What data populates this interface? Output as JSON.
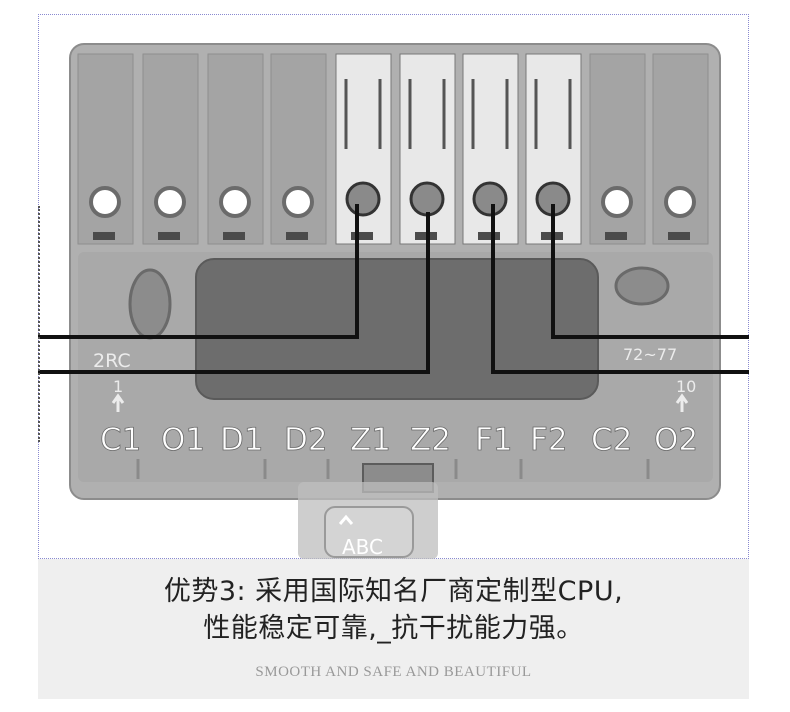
{
  "terminal_block": {
    "labels": [
      "C1",
      "O1",
      "D1",
      "D2",
      "Z1",
      "Z2",
      "F1",
      "F2",
      "C2",
      "O2"
    ],
    "model_text": "2RC",
    "range_text": "72~77",
    "pin_first": "1",
    "pin_last": "10"
  },
  "ime_button": {
    "label": "ABC"
  },
  "caption": {
    "line1": "优势3: 采用国际知名厂商定制型CPU,",
    "line2": "性能稳定可靠,_抗干扰能力强。",
    "tagline": "SMOOTH AND SAFE AND BEAUTIFUL"
  },
  "colors": {
    "panel": "#adadad",
    "panel_dark": "#6d6d6d",
    "caption_bg": "#efefef",
    "wire": "#111111"
  }
}
